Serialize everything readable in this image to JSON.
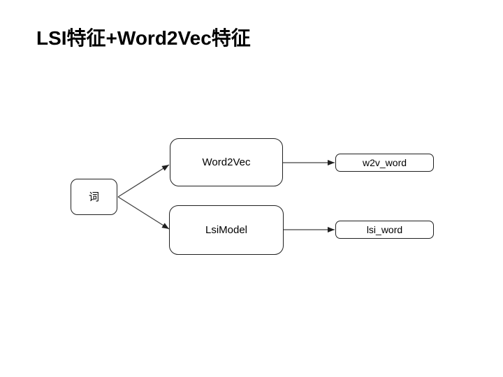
{
  "slide": {
    "title": "LSI特征+Word2Vec特征",
    "background_color": "#ffffff",
    "title_color": "#000000"
  },
  "diagram": {
    "nodes": [
      {
        "id": "word",
        "label": "词",
        "shape": "rounded-rectangle"
      },
      {
        "id": "word2vec",
        "label": "Word2Vec",
        "shape": "rounded-rectangle"
      },
      {
        "id": "lsimodel",
        "label": "LsiModel",
        "shape": "rounded-rectangle"
      },
      {
        "id": "w2v_word",
        "label": "w2v_word",
        "shape": "rounded-rectangle"
      },
      {
        "id": "lsi_word",
        "label": "lsi_word",
        "shape": "rounded-rectangle"
      }
    ],
    "connectors": [
      {
        "from": "word",
        "to": "word2vec",
        "style": "straight-arrow"
      },
      {
        "from": "word",
        "to": "lsimodel",
        "style": "straight-arrow"
      },
      {
        "from": "word2vec",
        "to": "w2v_word",
        "style": "straight-arrow"
      },
      {
        "from": "lsimodel",
        "to": "lsi_word",
        "style": "straight-arrow"
      }
    ],
    "line_color": "#404040",
    "arrowhead_color": "#202020",
    "node_border_color": "#1f1f1f",
    "node_fill_color": "#ffffff",
    "node_text_color": "#000000"
  }
}
